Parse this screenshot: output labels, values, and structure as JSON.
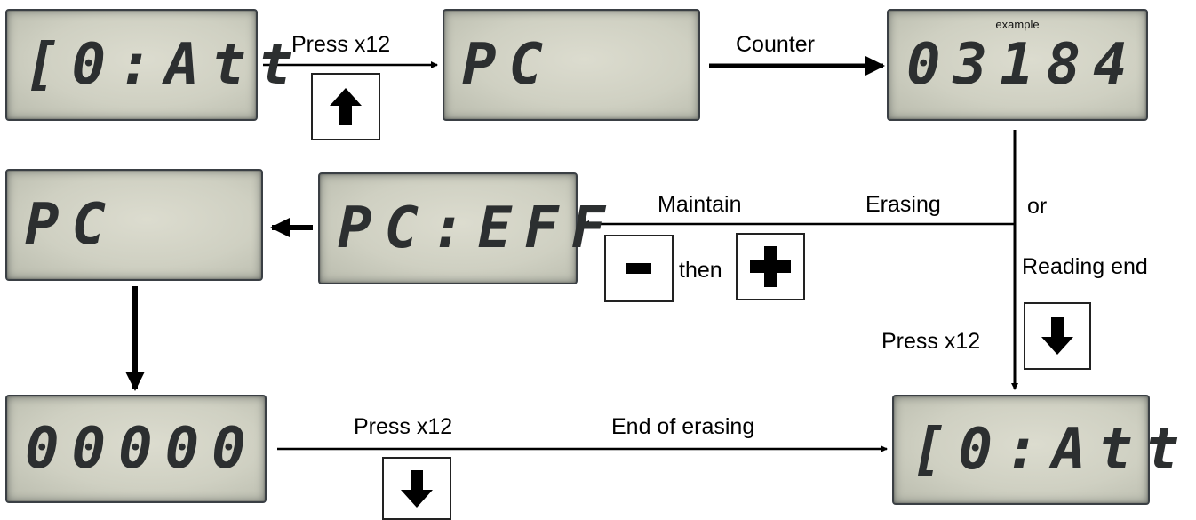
{
  "displays": {
    "start": "[0:Att",
    "pc_top": "PC",
    "counter": "03184",
    "counter_note": "example",
    "pc_left": "PC",
    "pc_eff": "PC:EFF",
    "zeros": "00000",
    "end": "[0:Att"
  },
  "labels": {
    "press1": "Press x12",
    "counter": "Counter",
    "maintain": "Maintain",
    "erasing": "Erasing",
    "or": "or",
    "reading_end": "Reading end",
    "then": "then",
    "press2": "Press x12",
    "press3": "Press x12",
    "end_of_erasing": "End of erasing"
  },
  "icons": {
    "up": "arrow-up-icon",
    "minus": "minus-icon",
    "plus": "plus-icon",
    "down": "arrow-down-icon"
  }
}
